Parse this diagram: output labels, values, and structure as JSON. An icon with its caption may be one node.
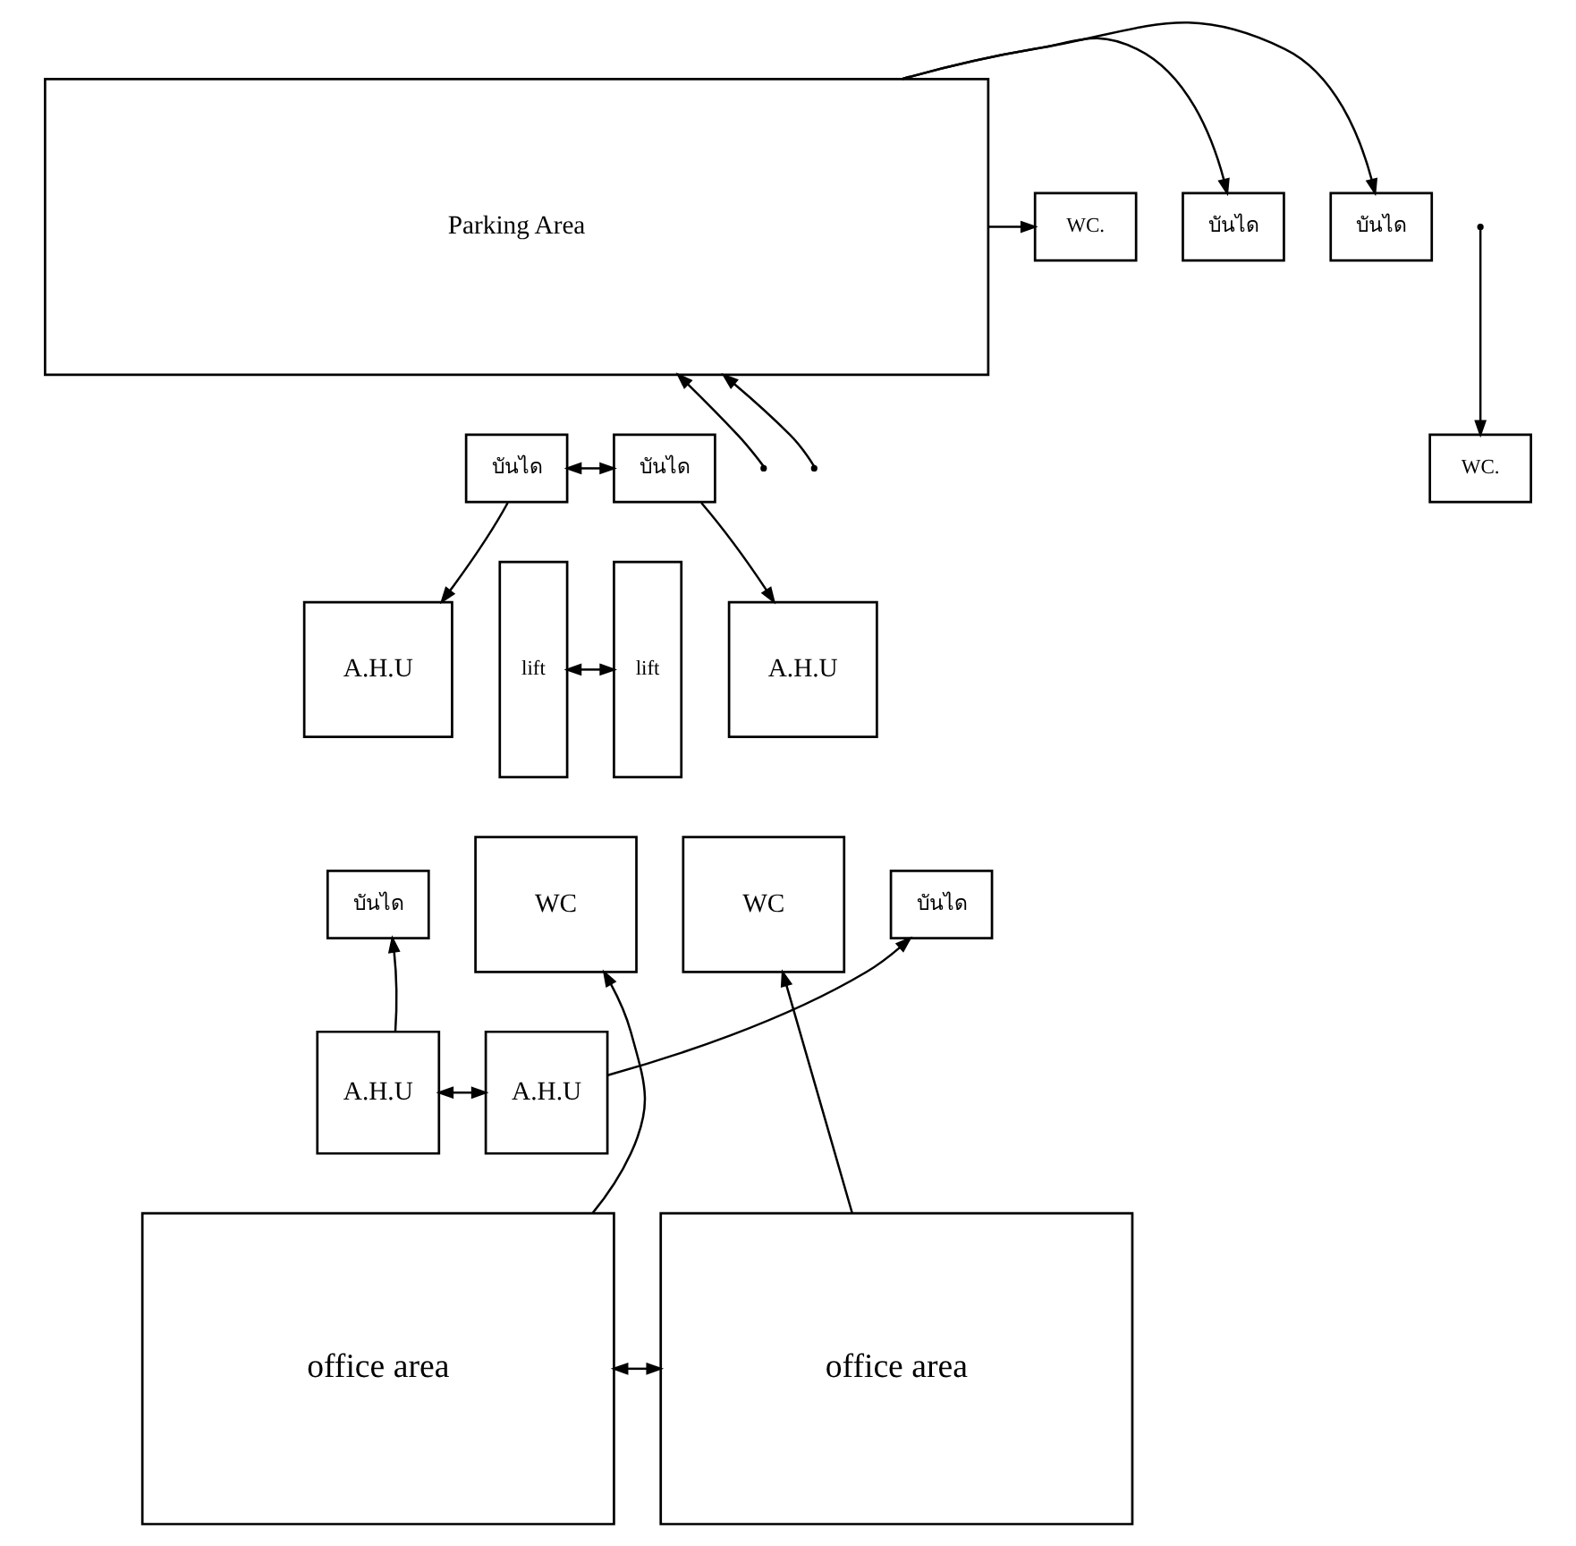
{
  "diagram": {
    "nodes": [
      {
        "text": [
          "Parking Area"
        ]
      },
      {
        "text": [
          "WC."
        ]
      },
      {
        "text": [
          "บันได"
        ]
      },
      {
        "text": [
          "บันได"
        ]
      },
      {
        "text": [
          "WC."
        ]
      },
      {
        "text": [
          "บันได"
        ]
      },
      {
        "text": [
          "บันได"
        ]
      },
      {
        "text": [
          "A.H.U"
        ]
      },
      {
        "text": [
          "A.H.U"
        ]
      },
      {
        "text": [
          "WC"
        ]
      },
      {
        "text": [
          "lift"
        ]
      },
      {
        "text": [
          "lift"
        ]
      },
      {
        "text": [
          "WC"
        ]
      },
      {
        "text": [
          "บันได"
        ]
      },
      {
        "text": [
          "บันได"
        ]
      },
      {
        "text": [
          "A.H.U"
        ]
      },
      {
        "text": [
          "A.H.U"
        ]
      },
      {
        "text": [
          "office area"
        ]
      },
      {
        "text": [
          "office area"
        ]
      }
    ],
    "edges": [
      {
        "from": 0,
        "to": 1,
        "arrow": "to"
      },
      {
        "from": 0,
        "to": 2,
        "arrow": "to"
      },
      {
        "from": 0,
        "to": 3,
        "arrow": "to"
      },
      {
        "from": null,
        "to": 4,
        "arrow": "to"
      },
      {
        "from": null,
        "to": 0,
        "arrow": "to"
      },
      {
        "from": null,
        "to": 0,
        "arrow": "to"
      },
      {
        "from": 5,
        "to": 6,
        "arrow": "both"
      },
      {
        "from": 5,
        "to": 7,
        "arrow": "to"
      },
      {
        "from": 6,
        "to": 8,
        "arrow": "to"
      },
      {
        "from": 10,
        "to": 11,
        "arrow": "both"
      },
      {
        "from": 15,
        "to": 16,
        "arrow": "both"
      },
      {
        "from": 15,
        "to": 13,
        "arrow": "to"
      },
      {
        "from": 16,
        "to": 14,
        "arrow": "to"
      },
      {
        "from": 17,
        "to": 9,
        "arrow": "to"
      },
      {
        "from": 18,
        "to": 12,
        "arrow": "to"
      },
      {
        "from": 17,
        "to": 18,
        "arrow": "both"
      }
    ]
  }
}
